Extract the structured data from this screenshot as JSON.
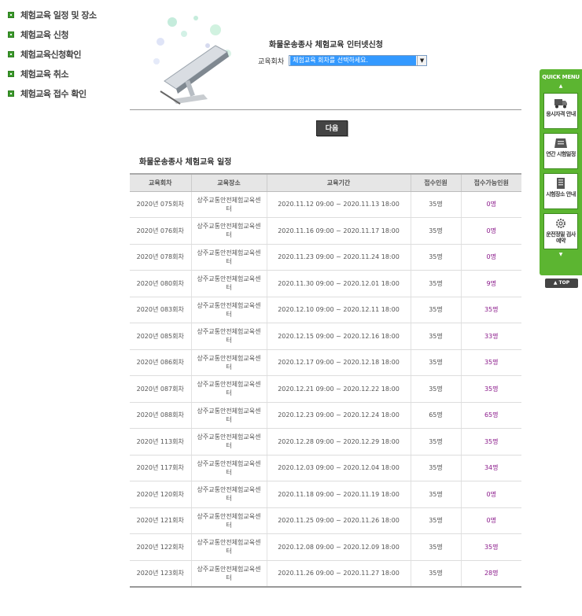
{
  "left_menu": {
    "items": [
      {
        "label": "체험교육 일정 및 장소"
      },
      {
        "label": "체험교육 신청"
      },
      {
        "label": "체험교육신청확인"
      },
      {
        "label": "체험교육 취소"
      },
      {
        "label": "체험교육 접수 확인"
      }
    ]
  },
  "form": {
    "title": "화물운송종사 체험교육 인터넷신청",
    "round_label": "교육회차",
    "round_select_value": "체험교육 회차를 선택하세요.",
    "next_button": "다음"
  },
  "schedule": {
    "title": "화물운송종사 체험교육 일정",
    "headers": [
      "교육회차",
      "교육장소",
      "교육기간",
      "접수인원",
      "접수가능인원"
    ],
    "rows": [
      {
        "round": "2020년 075회차",
        "place": "상주교통안전체험교육센터",
        "period": "2020.11.12 09:00 ~ 2020.11.13 18:00",
        "applied": "35명",
        "available": "0명"
      },
      {
        "round": "2020년 076회차",
        "place": "상주교통안전체험교육센터",
        "period": "2020.11.16 09:00 ~ 2020.11.17 18:00",
        "applied": "35명",
        "available": "0명"
      },
      {
        "round": "2020년 078회차",
        "place": "상주교통안전체험교육센터",
        "period": "2020.11.23 09:00 ~ 2020.11.24 18:00",
        "applied": "35명",
        "available": "0명"
      },
      {
        "round": "2020년 080회차",
        "place": "상주교통안전체험교육센터",
        "period": "2020.11.30 09:00 ~ 2020.12.01 18:00",
        "applied": "35명",
        "available": "9명"
      },
      {
        "round": "2020년 083회차",
        "place": "상주교통안전체험교육센터",
        "period": "2020.12.10 09:00 ~ 2020.12.11 18:00",
        "applied": "35명",
        "available": "35명"
      },
      {
        "round": "2020년 085회차",
        "place": "상주교통안전체험교육센터",
        "period": "2020.12.15 09:00 ~ 2020.12.16 18:00",
        "applied": "35명",
        "available": "33명"
      },
      {
        "round": "2020년 086회차",
        "place": "상주교통안전체험교육센터",
        "period": "2020.12.17 09:00 ~ 2020.12.18 18:00",
        "applied": "35명",
        "available": "35명"
      },
      {
        "round": "2020년 087회차",
        "place": "상주교통안전체험교육센터",
        "period": "2020.12.21 09:00 ~ 2020.12.22 18:00",
        "applied": "35명",
        "available": "35명"
      },
      {
        "round": "2020년 088회차",
        "place": "상주교통안전체험교육센터",
        "period": "2020.12.23 09:00 ~ 2020.12.24 18:00",
        "applied": "65명",
        "available": "65명"
      },
      {
        "round": "2020년 113회차",
        "place": "상주교통안전체험교육센터",
        "period": "2020.12.28 09:00 ~ 2020.12.29 18:00",
        "applied": "35명",
        "available": "35명"
      },
      {
        "round": "2020년 117회차",
        "place": "상주교통안전체험교육센터",
        "period": "2020.12.03 09:00 ~ 2020.12.04 18:00",
        "applied": "35명",
        "available": "34명"
      },
      {
        "round": "2020년 120회차",
        "place": "상주교통안전체험교육센터",
        "period": "2020.11.18 09:00 ~ 2020.11.19 18:00",
        "applied": "35명",
        "available": "0명"
      },
      {
        "round": "2020년 121회차",
        "place": "상주교통안전체험교육센터",
        "period": "2020.11.25 09:00 ~ 2020.11.26 18:00",
        "applied": "35명",
        "available": "0명"
      },
      {
        "round": "2020년 122회차",
        "place": "상주교통안전체험교육센터",
        "period": "2020.12.08 09:00 ~ 2020.12.09 18:00",
        "applied": "35명",
        "available": "35명"
      },
      {
        "round": "2020년 123회차",
        "place": "상주교통안전체험교육센터",
        "period": "2020.11.26 09:00 ~ 2020.11.27 18:00",
        "applied": "35명",
        "available": "28명"
      }
    ]
  },
  "quick_menu": {
    "title": "QUICK MENU",
    "up": "▲",
    "down": "▼",
    "items": [
      {
        "label": "응시자격 안내",
        "icon": "truck-icon"
      },
      {
        "label": "연간 시험일정",
        "icon": "calendar-icon"
      },
      {
        "label": "시험장소 안내",
        "icon": "building-icon"
      },
      {
        "label": "운전정밀 검사예약",
        "icon": "gear-icon"
      }
    ],
    "top_button": "▲ TOP"
  },
  "colors": {
    "accent_green": "#5cb531",
    "available_purple": "#8b1a8b",
    "select_highlight": "#3399ff"
  }
}
